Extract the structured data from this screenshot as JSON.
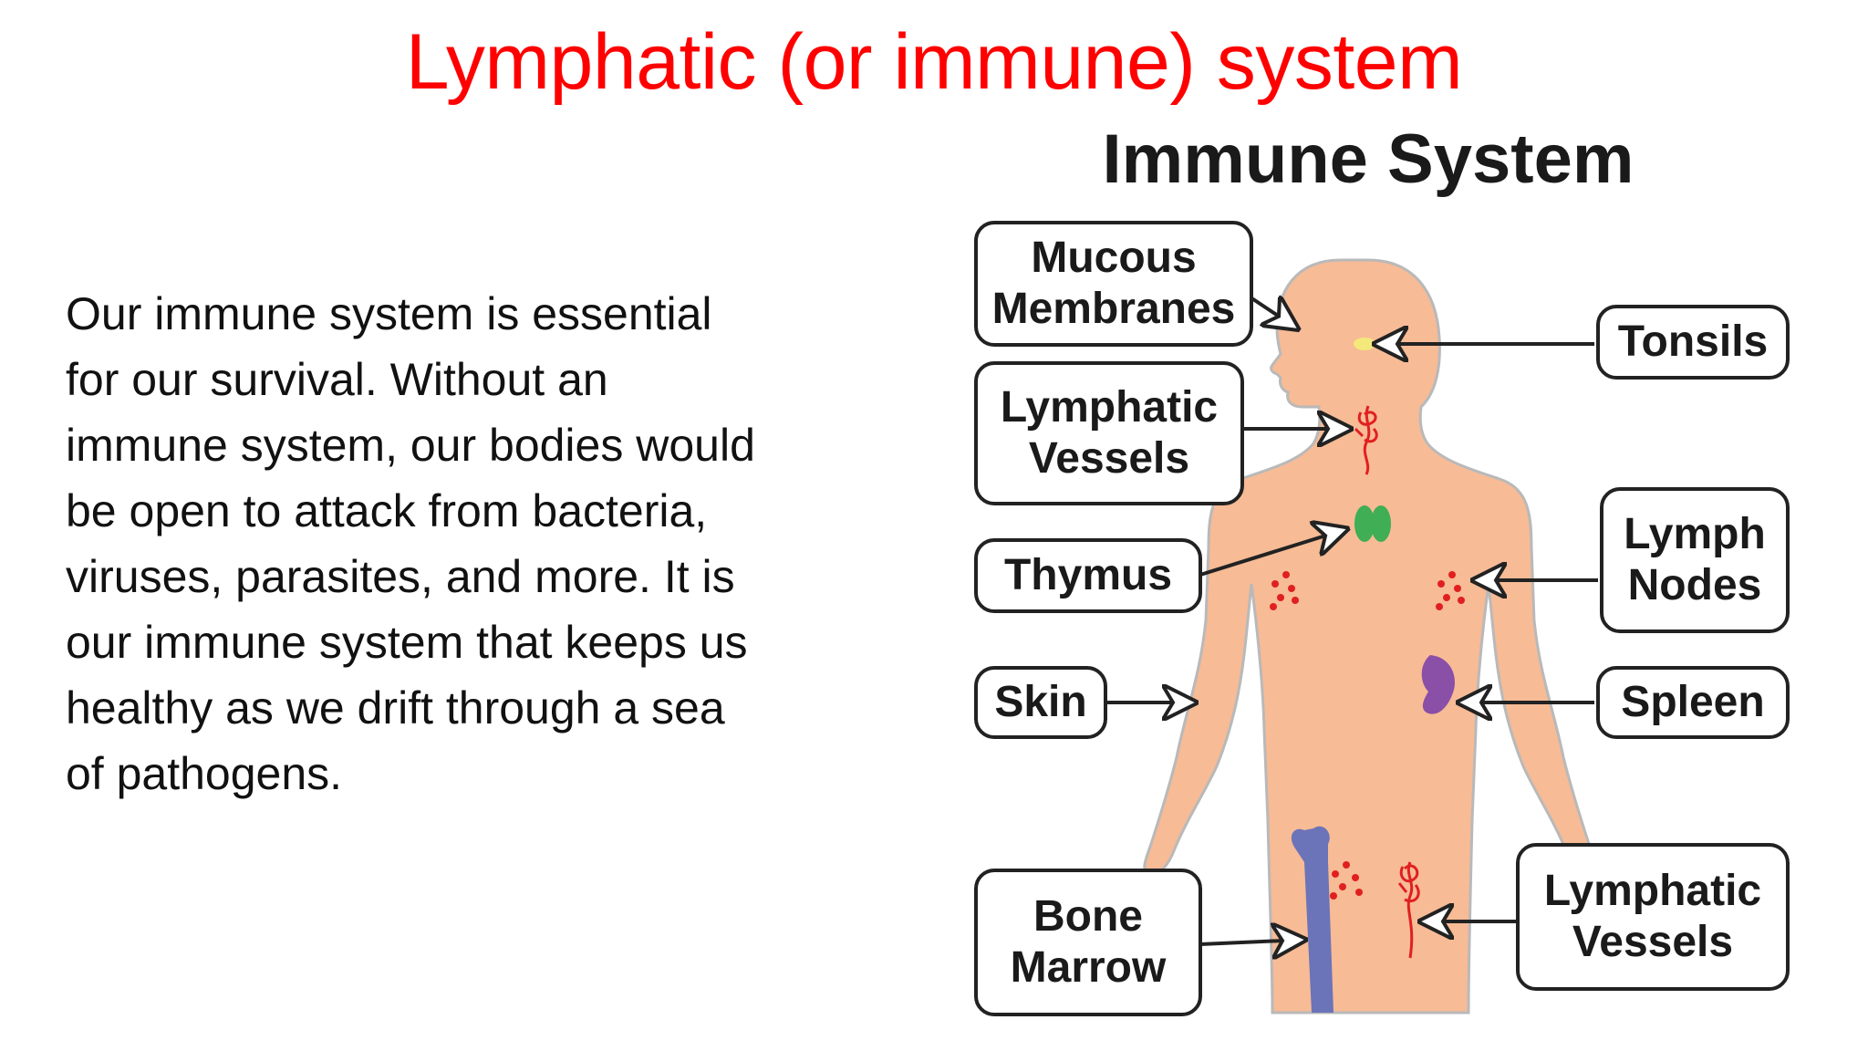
{
  "slide": {
    "title": "Lymphatic (or immune) system",
    "body": "Our immune system is essential for our survival. Without an immune system, our bodies would be open to attack from bacteria, viruses, parasites, and more. It is our immune system that keeps us healthy as we drift through a sea of pathogens."
  },
  "diagram": {
    "title": "Immune System",
    "labels": {
      "mucous_membranes": "Mucous Membranes",
      "tonsils": "Tonsils",
      "lymphatic_vessels_upper": "Lymphatic Vessels",
      "thymus": "Thymus",
      "lymph_nodes": "Lymph Nodes",
      "skin": "Skin",
      "spleen": "Spleen",
      "bone_marrow": "Bone Marrow",
      "lymphatic_vessels_lower": "Lymphatic Vessels"
    },
    "icons": {
      "body": "human-body-silhouette",
      "tonsils": "tonsils-icon",
      "thymus": "thymus-icon",
      "spleen": "spleen-icon",
      "bone": "femur-bone-icon",
      "lymph_nodes": "lymph-node-dots-icon",
      "vessels": "lymphatic-vessel-icon"
    },
    "colors": {
      "body": "#f7bb96",
      "body_outline": "#b9b9b9",
      "tonsils": "#f3e87a",
      "thymus": "#3fae55",
      "spleen": "#8a4fa6",
      "bone": "#6b74b8",
      "nodes_vessels": "#e02020",
      "title_red": "#ff0000"
    }
  }
}
